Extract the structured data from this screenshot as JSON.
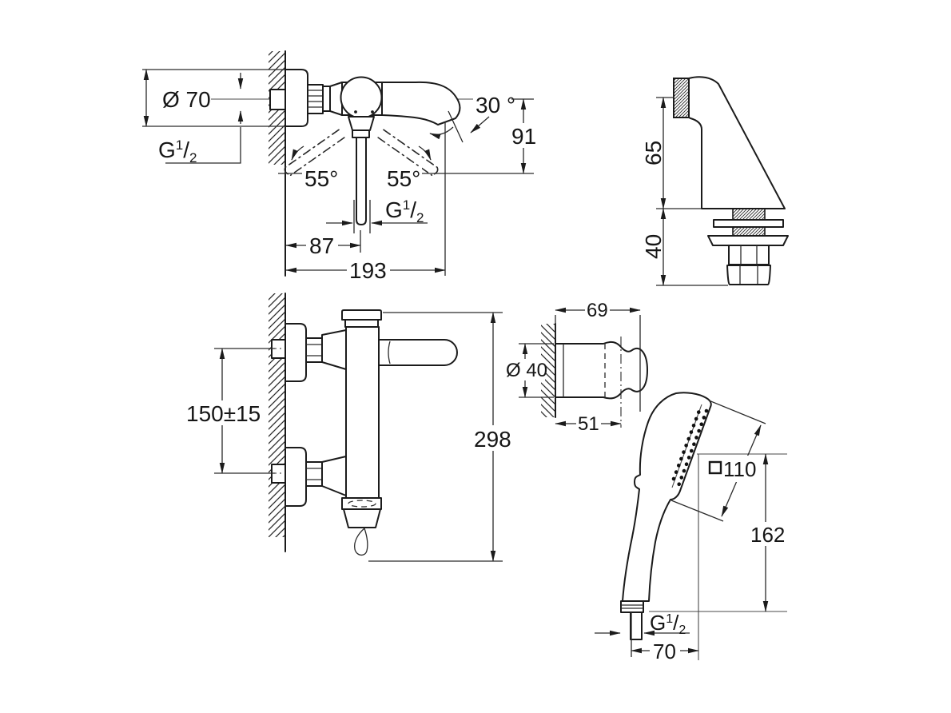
{
  "drawing": {
    "kind": "faucet technical dimension drawing",
    "line_color": "#1b1b1b",
    "labels": {
      "side_view": {
        "escutcheon_dia": "Ø 70",
        "inlet_thread": {
          "g": "G",
          "sup": "1",
          "slash": "/",
          "sub": "2"
        },
        "spout_angle": "30 °",
        "spout_drop": "91",
        "swing_left": "55°",
        "swing_right": "55°",
        "outlet_thread": {
          "g": "G",
          "sup": "1",
          "slash": "/",
          "sub": "2"
        },
        "reach_to_handle": "87",
        "reach_total": "193"
      },
      "deck_union": {
        "height_above_deck": "65",
        "height_below_deck": "40"
      },
      "front_view": {
        "connection_centers": "150±15",
        "total_height": "298"
      },
      "wall_holder": {
        "depth_total": "69",
        "diameter": "Ø 40",
        "depth_body": "51"
      },
      "hand_shower": {
        "face_size": "110",
        "height": "162",
        "thread": {
          "g": "G",
          "sup": "1",
          "slash": "/",
          "sub": "2"
        },
        "width": "70"
      }
    }
  }
}
